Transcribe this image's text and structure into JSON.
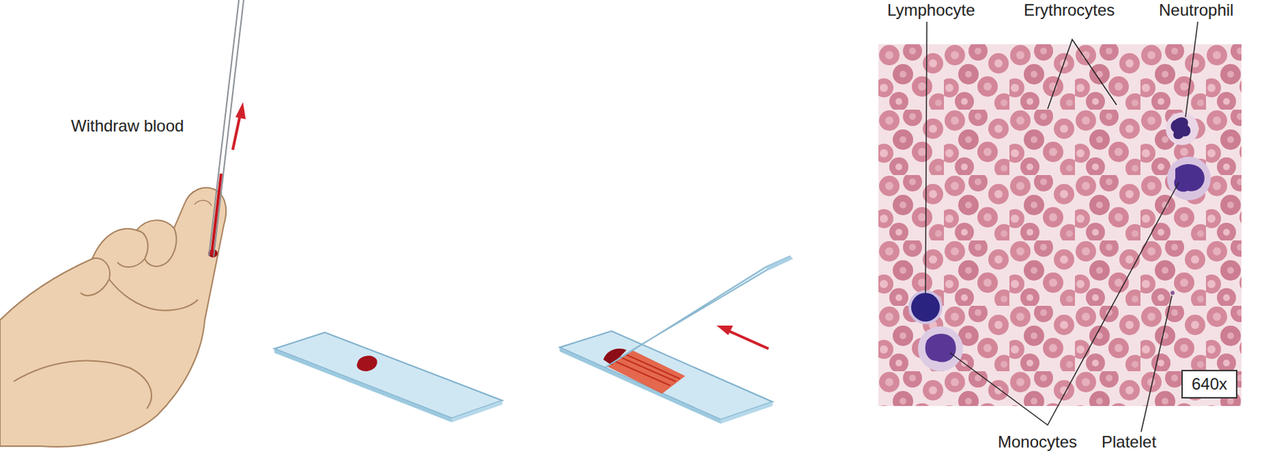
{
  "diagram": {
    "nodes": [
      {
        "text": [
          "640x"
        ]
      }
    ],
    "labels": [
      "Withdraw blood",
      "Lymphocyte",
      "Erythrocytes",
      "Neutrophil",
      "Monocytes",
      "Platelet"
    ]
  }
}
